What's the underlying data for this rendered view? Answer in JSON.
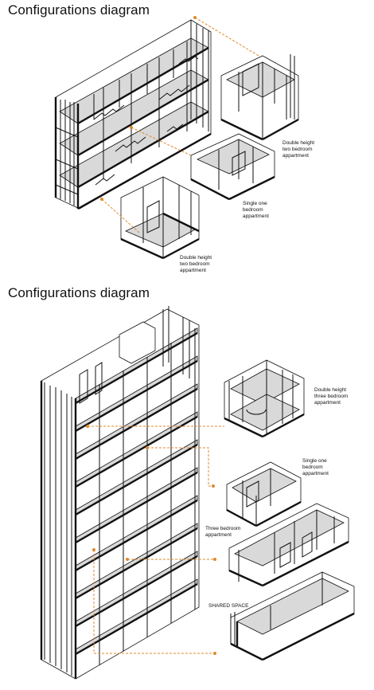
{
  "diagram1": {
    "title": "Configurations diagram",
    "labels": {
      "double_two_top": [
        "Double height",
        "two bedroom",
        "appartment"
      ],
      "single_one": [
        "Single one",
        "bedroom",
        "appartment"
      ],
      "double_two_bottom": [
        "Double height",
        "two bedroom",
        "appartment"
      ]
    }
  },
  "diagram2": {
    "title": "Configurations diagram",
    "labels": {
      "double_three": [
        "Double height",
        "three bedroom",
        "appartment"
      ],
      "single_one": [
        "Single one",
        "bedroom",
        "appartment"
      ],
      "three_bedroom": [
        "Three bedroom",
        "appartment"
      ],
      "shared": "SHARED SPACE"
    }
  },
  "colors": {
    "accent": "#e0892c",
    "line": "#111111",
    "floor": "#d9d9d9"
  }
}
